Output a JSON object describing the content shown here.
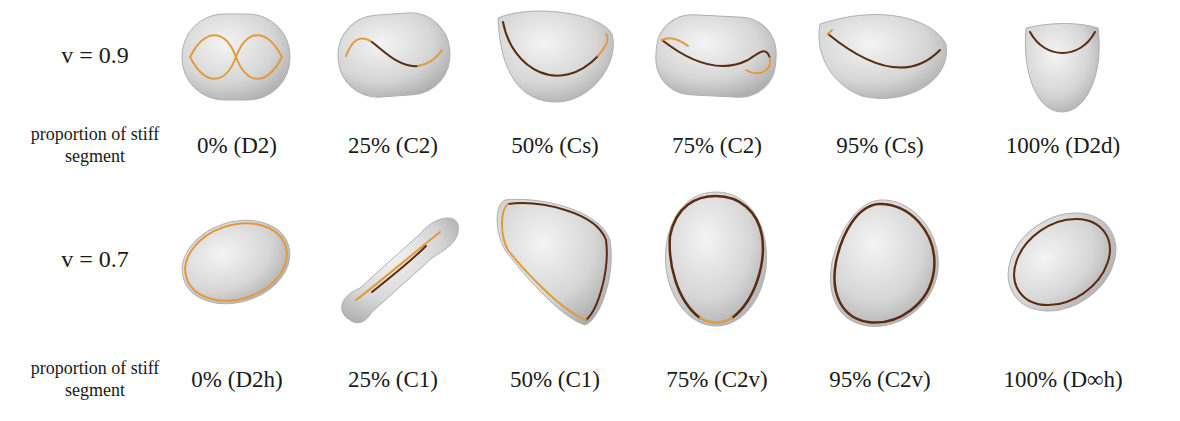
{
  "diagram": {
    "labels": [
      "v = 0.9",
      "proportion of stiff segment",
      "0% (D2)",
      "25% (C2)",
      "50% (Cs)",
      "75% (C2)",
      "95% (Cs)",
      "100% (D2d)",
      "v = 0.7",
      "proportion of stiff segment",
      "0% (D2h)",
      "25% (C1)",
      "50% (C1)",
      "75% (C2v)",
      "95% (C2v)",
      "100% (D∞h)"
    ]
  }
}
